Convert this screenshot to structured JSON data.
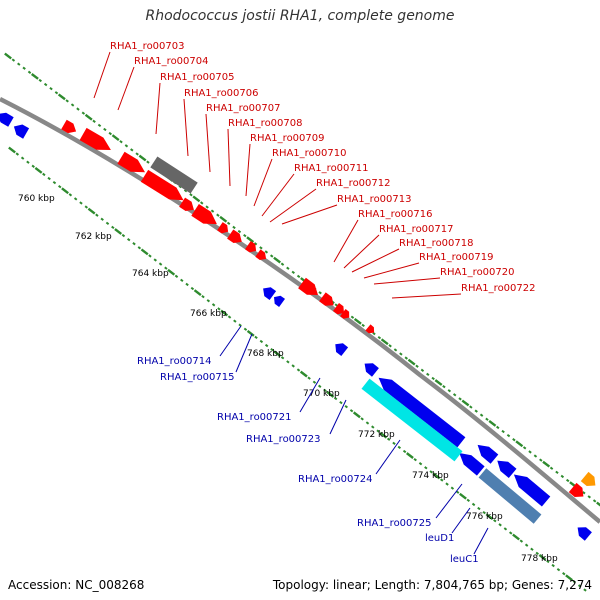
{
  "title": "Rhodococcus jostii RHA1, complete genome",
  "footer": {
    "accession": "Accession: NC_008268",
    "summary": "Topology: linear; Length: 7,804,765 bp; Genes: 7,274"
  },
  "colors": {
    "backbone": "#888888",
    "forward_gene": "#ff0000",
    "reverse_gene": "#0000ee",
    "forward_label": "#cc0000",
    "reverse_label": "#0000aa",
    "tick": "#2e8b2e",
    "gray_feature": "#666666",
    "cyan_feature": "#00e5e5",
    "steel_feature": "#4f7fb0",
    "orange_feature": "#ff9900"
  },
  "ticks": [
    "760 kbp",
    "762 kbp",
    "764 kbp",
    "766 kbp",
    "768 kbp",
    "770 kbp",
    "772 kbp",
    "774 kbp",
    "776 kbp",
    "778 kbp"
  ],
  "forward_labels": [
    "RHA1_ro00703",
    "RHA1_ro00704",
    "RHA1_ro00705",
    "RHA1_ro00706",
    "RHA1_ro00707",
    "RHA1_ro00708",
    "RHA1_ro00709",
    "RHA1_ro00710",
    "RHA1_ro00711",
    "RHA1_ro00712",
    "RHA1_ro00713",
    "RHA1_ro00716",
    "RHA1_ro00717",
    "RHA1_ro00718",
    "RHA1_ro00719",
    "RHA1_ro00720",
    "RHA1_ro00722"
  ],
  "reverse_labels": [
    "RHA1_ro00714",
    "RHA1_ro00715",
    "RHA1_ro00721",
    "RHA1_ro00723",
    "RHA1_ro00724",
    "RHA1_ro00725",
    "leuD1",
    "leuC1"
  ]
}
